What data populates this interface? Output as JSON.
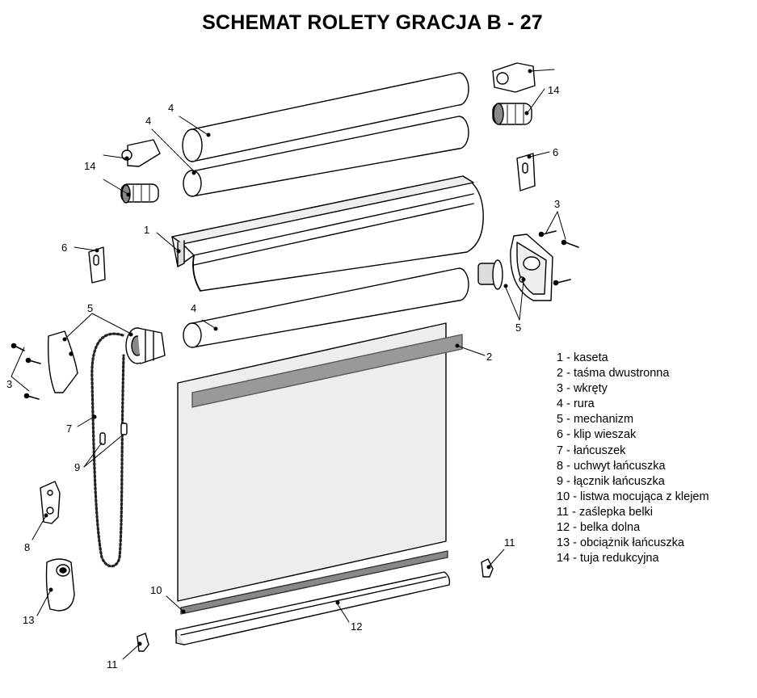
{
  "title": "SCHEMAT ROLETY GRACJA B - 27",
  "legend": [
    "1 - kaseta",
    "2 - taśma dwustronna",
    "3 - wkręty",
    "4 - rura",
    "5 - mechanizm",
    "6 - klip wieszak",
    "7 - łańcuszek",
    "8 - uchwyt łańcuszka",
    "9 - łącznik łańcuszka",
    "10 - listwa mocująca z klejem",
    "11 - zaślepka belki",
    "12 - belka dolna",
    "13 - obciążnik łańcuszka",
    "14 - tuja redukcyjna"
  ],
  "callouts": {
    "tube_top": "4",
    "tube_mid": "4",
    "tube_low": "4",
    "tuja_left": "14",
    "tuja_right": "14",
    "cassette": "1",
    "clip_left": "6",
    "clip_right": "6",
    "screws_right": "3",
    "screws_left": "3",
    "mech_left": "5",
    "mech_right": "5",
    "tape": "2",
    "chain": "7",
    "connector": "9",
    "chain_holder": "8",
    "weight": "13",
    "strip": "10",
    "bottom_bar": "12",
    "end_cap_right": "11",
    "end_cap_left": "11"
  }
}
